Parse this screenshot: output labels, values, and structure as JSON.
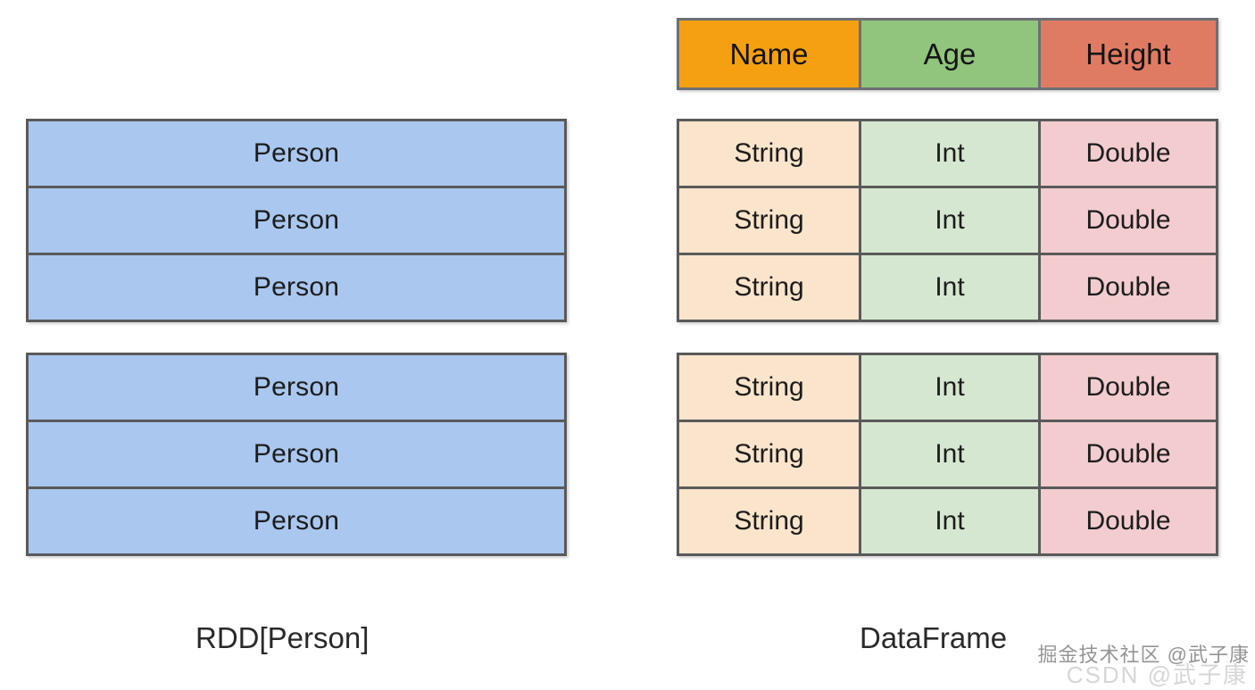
{
  "diagram": {
    "background": "#ffffff",
    "border_color": "#5a5a5a"
  },
  "rdd": {
    "caption": "RDD[Person]",
    "cell_color": "#a9c7ef",
    "blocks": [
      {
        "rows": [
          "Person",
          "Person",
          "Person"
        ]
      },
      {
        "rows": [
          "Person",
          "Person",
          "Person"
        ]
      }
    ]
  },
  "dataframe": {
    "caption": "DataFrame",
    "header": {
      "columns": [
        {
          "label": "Name",
          "color": "#f5a011"
        },
        {
          "label": "Age",
          "color": "#91c47d"
        },
        {
          "label": "Height",
          "color": "#e07b63"
        }
      ]
    },
    "column_colors": {
      "name": "#fae4cb",
      "age": "#d5e7d1",
      "height": "#f2ccce"
    },
    "blocks": [
      {
        "rows": [
          [
            "String",
            "Int",
            "Double"
          ],
          [
            "String",
            "Int",
            "Double"
          ],
          [
            "String",
            "Int",
            "Double"
          ]
        ]
      },
      {
        "rows": [
          [
            "String",
            "Int",
            "Double"
          ],
          [
            "String",
            "Int",
            "Double"
          ],
          [
            "String",
            "Int",
            "Double"
          ]
        ]
      }
    ]
  },
  "watermarks": {
    "juejin": "掘金技术社区 @武子康",
    "csdn": "CSDN @武子康"
  }
}
